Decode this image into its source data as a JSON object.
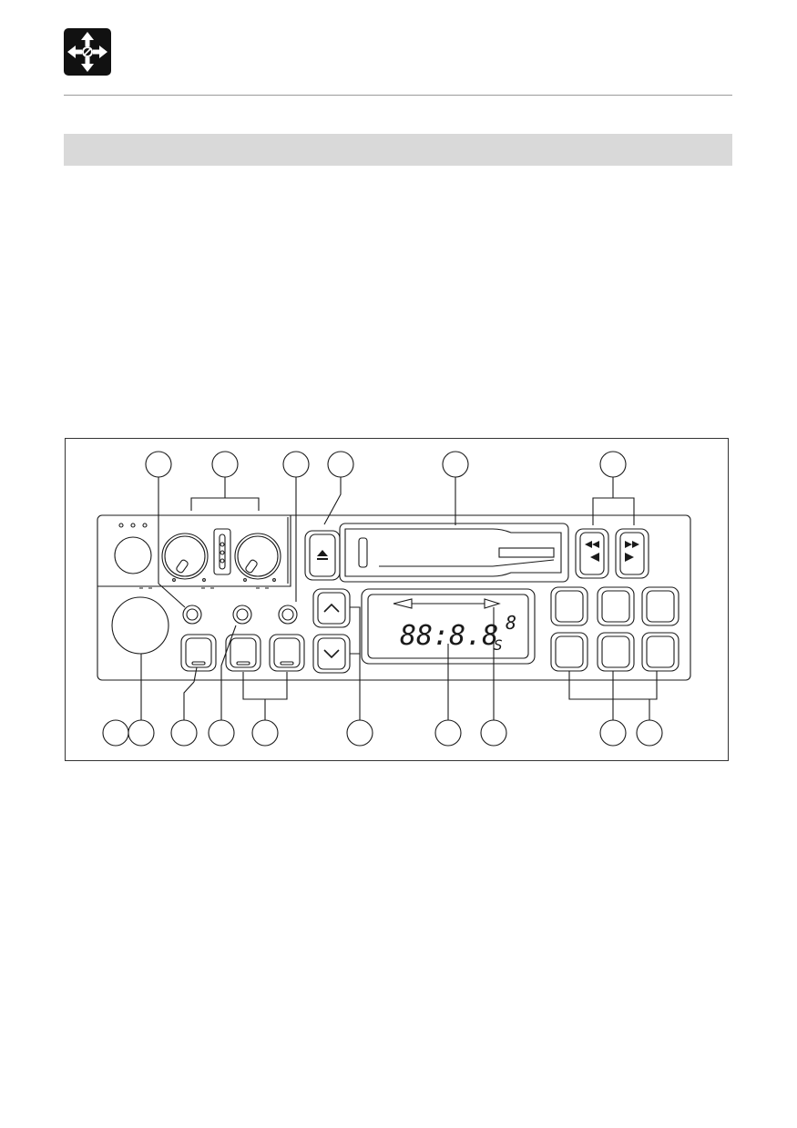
{
  "header": {
    "logo_icon": "move-arrows-icon"
  },
  "figure": {
    "display": {
      "time": "88:8.8",
      "superscript": "8",
      "subscript": "S"
    },
    "eject_icon": "eject-icon",
    "rewind_icon": "rewind-icon",
    "fast_forward_icon": "fast-forward-icon",
    "up_icon": "chevron-up-icon",
    "down_icon": "chevron-down-icon",
    "line_color": "#1a1a1a"
  }
}
